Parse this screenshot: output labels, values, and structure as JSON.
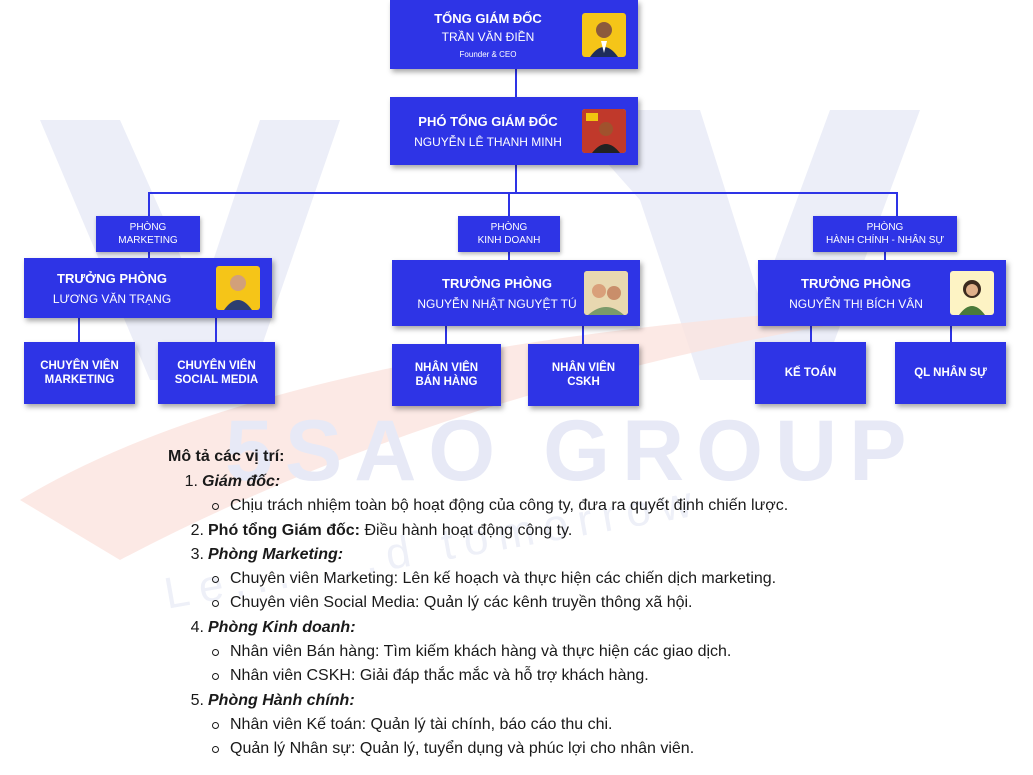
{
  "watermark": {
    "brand": "5SAO GROUP",
    "tagline": "Le... ...d tomorrow"
  },
  "ceo": {
    "title": "TỔNG GIÁM ĐỐC",
    "name": "TRẦN VĂN ĐIỀN",
    "role": "Founder & CEO"
  },
  "vice_ceo": {
    "title": "PHÓ TỔNG GIÁM ĐỐC",
    "name": "NGUYỄN LÊ THANH MINH"
  },
  "departments": [
    {
      "label_line1": "PHÒNG",
      "label_line2": "MARKETING",
      "head_title": "TRƯỞNG PHÒNG",
      "head_name": "LƯƠNG VĂN TRẠNG",
      "staff": [
        {
          "line1": "CHUYÊN VIÊN",
          "line2": "MARKETING"
        },
        {
          "line1": "CHUYÊN VIÊN",
          "line2": "SOCIAL MEDIA"
        }
      ]
    },
    {
      "label_line1": "PHÒNG",
      "label_line2": "KINH DOANH",
      "head_title": "TRƯỞNG PHÒNG",
      "head_name": "NGUYỄN NHẬT NGUYỆT TÚ",
      "staff": [
        {
          "line1": "NHÂN VIÊN",
          "line2": "BÁN HÀNG"
        },
        {
          "line1": "NHÂN VIÊN",
          "line2": "CSKH"
        }
      ]
    },
    {
      "label_line1": "PHÒNG",
      "label_line2": "HÀNH CHÍNH - NHÂN SỰ",
      "head_title": "TRƯỞNG PHÒNG",
      "head_name": "NGUYỄN THỊ BÍCH VÂN",
      "staff": [
        {
          "line1": "KẾ TOÁN",
          "line2": ""
        },
        {
          "line1": "QL NHÂN SỰ",
          "line2": ""
        }
      ]
    }
  ],
  "description": {
    "heading": "Mô tả các vị trí:",
    "items": [
      {
        "num": "1.",
        "title": "Giám đốc:",
        "text": "",
        "style": "bi",
        "subs": [
          "Chịu trách nhiệm toàn bộ hoạt động của công ty, đưa ra quyết định chiến lược."
        ]
      },
      {
        "num": "2.",
        "title": "Phó tổng Giám đốc:",
        "text": " Điều hành hoạt động công ty.",
        "style": "b",
        "subs": []
      },
      {
        "num": "3.",
        "title": "Phòng Marketing:",
        "text": "",
        "style": "bi",
        "subs": [
          "Chuyên viên Marketing: Lên kế hoạch và thực hiện các chiến dịch marketing.",
          "Chuyên viên Social Media: Quản lý các kênh truyền thông xã hội."
        ]
      },
      {
        "num": "4.",
        "title": "Phòng Kinh doanh:",
        "text": "",
        "style": "bi",
        "subs": [
          "Nhân viên Bán hàng: Tìm kiếm khách hàng và thực hiện các giao dịch.",
          "Nhân viên CSKH: Giải đáp thắc mắc và hỗ trợ khách hàng."
        ]
      },
      {
        "num": "5.",
        "title": "Phòng Hành chính:",
        "text": "",
        "style": "bi",
        "subs": [
          "Nhân viên Kế toán: Quản lý tài chính, báo cáo thu chi.",
          "Quản lý Nhân sự: Quản lý, tuyển dụng và phúc lợi cho nhân viên."
        ]
      }
    ]
  },
  "colors": {
    "box": "#2e34e6",
    "photo_bg": "#f5c518",
    "watermark_blue": "#e7e9f6",
    "watermark_red": "#fbe3df"
  }
}
